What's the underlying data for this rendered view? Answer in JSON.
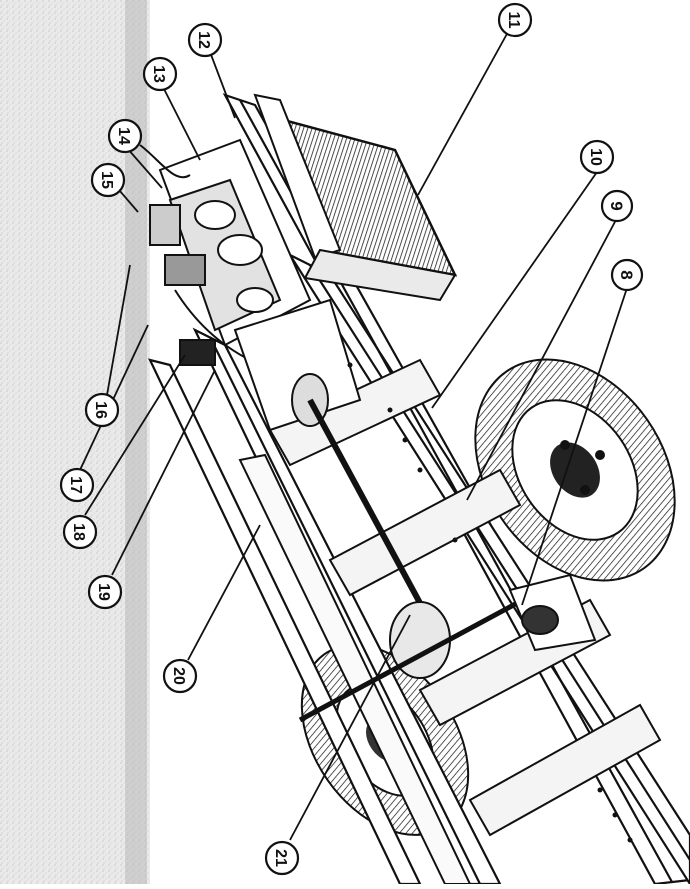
{
  "diagram": {
    "callouts": [
      {
        "id": "c8",
        "label": "8"
      },
      {
        "id": "c9",
        "label": "9"
      },
      {
        "id": "c10",
        "label": "10"
      },
      {
        "id": "c11",
        "label": "11"
      },
      {
        "id": "c12",
        "label": "12"
      },
      {
        "id": "c13",
        "label": "13"
      },
      {
        "id": "c14",
        "label": "14"
      },
      {
        "id": "c15",
        "label": "15"
      },
      {
        "id": "c16",
        "label": "16"
      },
      {
        "id": "c17",
        "label": "17"
      },
      {
        "id": "c18",
        "label": "18"
      },
      {
        "id": "c19",
        "label": "19"
      },
      {
        "id": "c20",
        "label": "20"
      },
      {
        "id": "c21",
        "label": "21"
      }
    ]
  }
}
